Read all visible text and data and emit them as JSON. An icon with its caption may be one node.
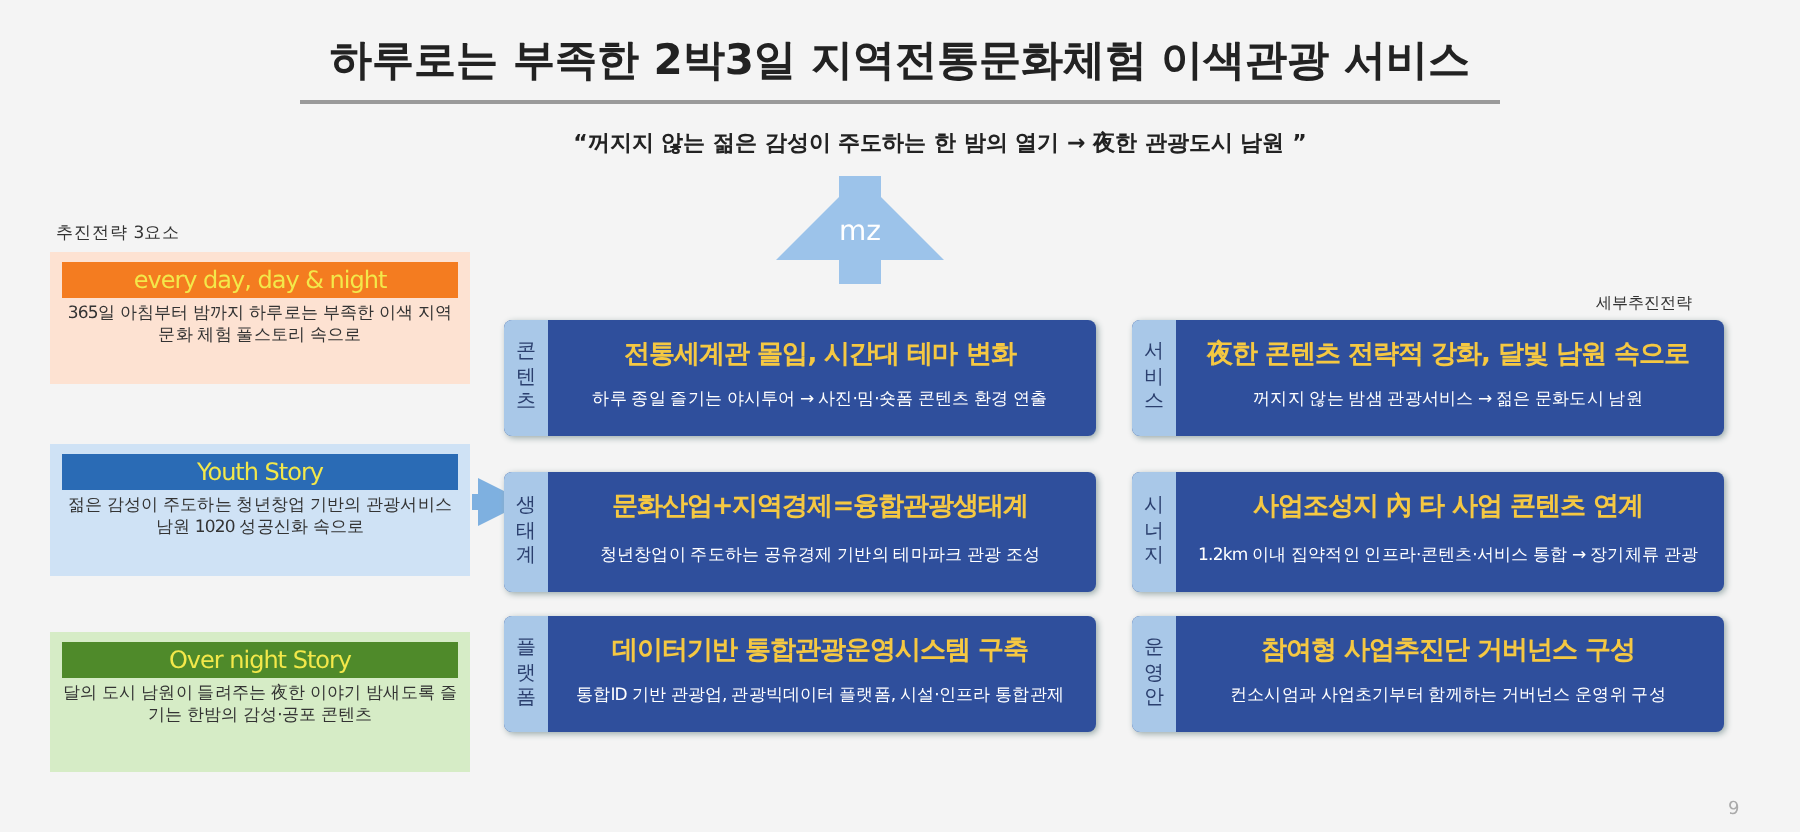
{
  "diagram": {
    "title": "하루로는 부족한 2박3일 지역전통문화체험 이색관광 서비스",
    "nodes": [
      {
        "text": [
          "“꺼지지 않는 젊은 감성이 주도하는 한 밤의 열기 → 夜한 관광도시 남원 ”"
        ]
      },
      {
        "text": [
          "every day, day & night",
          "365일 아침부터 밤까지 하루로는 부족한 이색 지역문화 체험 풀스토리 속으로"
        ]
      },
      {
        "text": [
          "Youth Story",
          "젊은 감성이 주도하는 청년창업 기반의 관광서비스 남원 1020 성공신화 속으로"
        ]
      },
      {
        "text": [
          "Over night Story",
          "달의 도시 남원이 들려주는 夜한 이야기 밤새도록 즐기는 한밤의 감성·공포 콘텐츠"
        ]
      },
      {
        "text": [
          "콘텐츠",
          "전통세계관 몰입, 시간대 테마 변화",
          "하루 종일 즐기는 야시투어 → 사진·밈·숏폼 콘텐츠 환경 연출"
        ]
      },
      {
        "text": [
          "서비스",
          "夜한 콘텐츠 전략적 강화, 달빛 남원 속으로",
          "꺼지지 않는 밤샘 관광서비스 → 젊은 문화도시 남원"
        ]
      },
      {
        "text": [
          "생태계",
          "문화산업+지역경제=융합관광생태계",
          "청년창업이 주도하는 공유경제 기반의 테마파크 관광 조성"
        ]
      },
      {
        "text": [
          "시너지",
          "사업조성지 內 타 사업 콘텐츠 연계",
          "1.2km 이내 집약적인 인프라·콘텐츠·서비스 통합 → 장기체류 관광"
        ]
      },
      {
        "text": [
          "플랫폼",
          "데이터기반 통합관광운영시스템 구축",
          "통합ID 기반 관광업, 관광빅데이터 플랫폼, 시설·인프라 통합관제"
        ]
      },
      {
        "text": [
          "운영안",
          "참여형 사업추진단 거버넌스 구성",
          "컨소시엄과 사업초기부터 함께하는 거버넌스 운영위 구성"
        ]
      }
    ],
    "edges": [
      {
        "from": null,
        "to": 0,
        "arrow": "to",
        "label": "mz",
        "style": "thick"
      },
      {
        "from": 2,
        "to": 6,
        "arrow": "to"
      }
    ],
    "labels": [
      "추진전략 3요소",
      "세부추진전략",
      "9"
    ]
  }
}
